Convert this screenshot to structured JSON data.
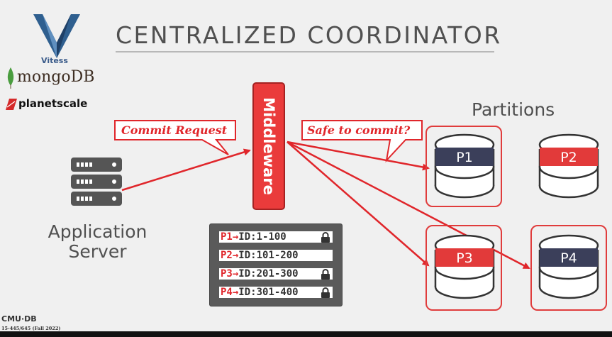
{
  "title": "CENTRALIZED COORDINATOR",
  "logos": {
    "vitess": "Vitess",
    "mongodb": "mongoDB",
    "planetscale": "planetscale",
    "cmu_db": "CMU·DB",
    "course": "15-445/645 (Fall 2022)"
  },
  "app_server": {
    "label_line1": "Application",
    "label_line2": "Server"
  },
  "middleware": {
    "label": "Middleware"
  },
  "bubbles": {
    "commit_request": "Commit Request",
    "safe_to_commit": "Safe to commit?"
  },
  "partitions": {
    "label": "Partitions",
    "items": [
      {
        "name": "P1",
        "color": "#3b3f5a",
        "highlighted": true
      },
      {
        "name": "P2",
        "color": "#e23a3a",
        "highlighted": false
      },
      {
        "name": "P3",
        "color": "#e23a3a",
        "highlighted": true
      },
      {
        "name": "P4",
        "color": "#3b3f5a",
        "highlighted": true
      }
    ]
  },
  "lock_table": [
    {
      "pid": "P1→",
      "range": "ID:1-100",
      "locked": true
    },
    {
      "pid": "P2→",
      "range": "ID:101-200",
      "locked": false
    },
    {
      "pid": "P3→",
      "range": "ID:201-300",
      "locked": true
    },
    {
      "pid": "P4→",
      "range": "ID:301-400",
      "locked": true
    }
  ],
  "colors": {
    "accent": "#e0262b",
    "server": "#555555",
    "dark_partition": "#3b3f5a",
    "red_partition": "#e23a3a"
  }
}
